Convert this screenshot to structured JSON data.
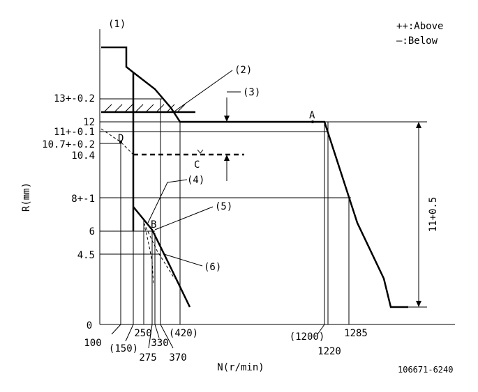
{
  "legend": {
    "above": "++:Above",
    "below": "—:Below"
  },
  "axes": {
    "y_label": "R(mm)",
    "x_label": "N(r/min)",
    "origin": "0"
  },
  "y_ticks": [
    "13+-0.2",
    "12",
    "11+-0.1",
    "10.7+-0.2",
    "10.4",
    "8+-1",
    "6",
    "4.5"
  ],
  "x_ticks": [
    "100",
    "(150)",
    "250",
    "275",
    "330",
    "370",
    "(420)",
    "(1200)",
    "1220",
    "1285"
  ],
  "callouts": [
    "(1)",
    "(2)",
    "(3)",
    "(4)",
    "(5)",
    "(6)"
  ],
  "points": [
    "A",
    "B",
    "C",
    "D"
  ],
  "dimension": "11+0.5",
  "drawing_number": "106671-6240"
}
